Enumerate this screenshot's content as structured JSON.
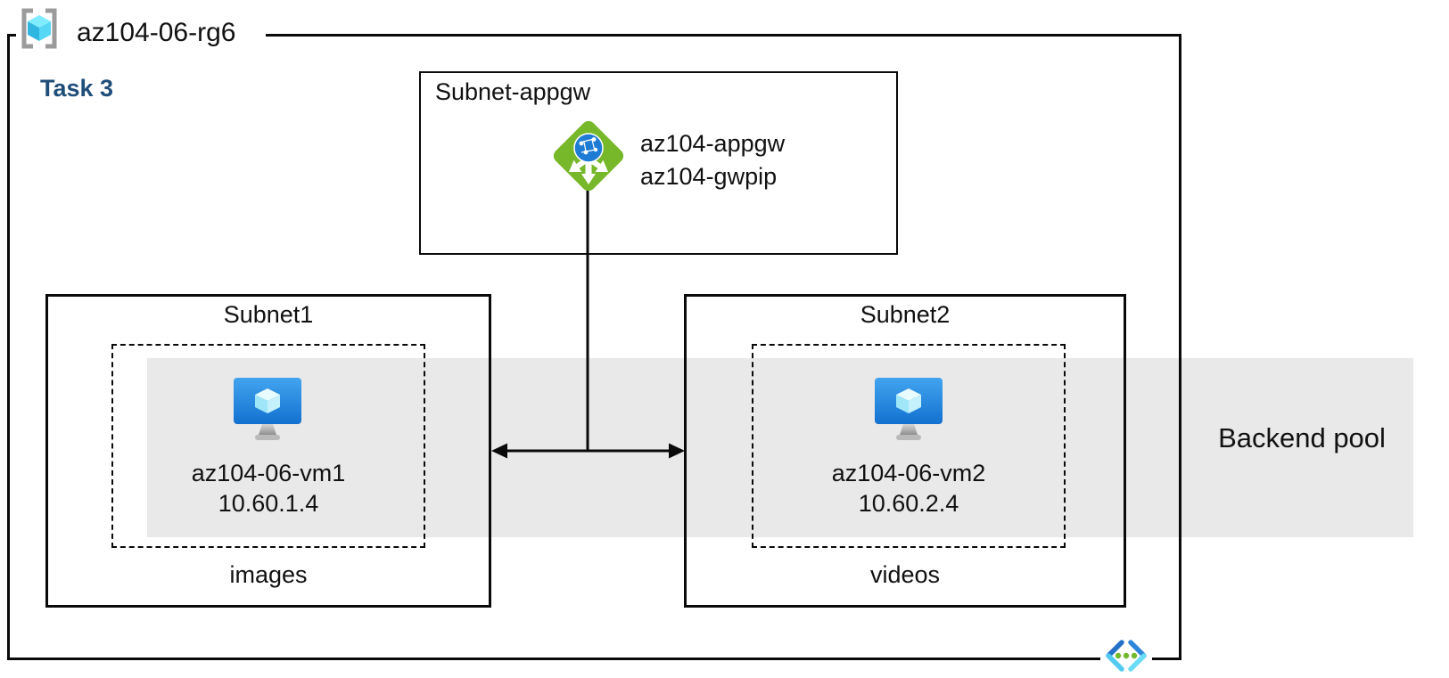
{
  "colors": {
    "task": "#1F4E79",
    "band": "#E9E9E9",
    "line": "#0a0a0a",
    "appgw_green": "#76B82A",
    "globe_blue": "#1F7CD4",
    "vnet_dot_green": "#74B92D"
  },
  "resource_group": {
    "name": "az104-06-rg6"
  },
  "task": {
    "label": "Task 3"
  },
  "appgw_subnet": {
    "label": "Subnet-appgw",
    "gateway_name": "az104-appgw",
    "gateway_pip": "az104-gwpip"
  },
  "subnets": {
    "subnet1": {
      "label": "Subnet1",
      "vm_name": "az104-06-vm1",
      "vm_ip": "10.60.1.4",
      "caption": "images"
    },
    "subnet2": {
      "label": "Subnet2",
      "vm_name": "az104-06-vm2",
      "vm_ip": "10.60.2.4",
      "caption": "videos"
    }
  },
  "backend_pool": {
    "label": "Backend pool"
  },
  "icons": {
    "resource_group": "resource-group-icon",
    "application_gateway": "application-gateway-icon",
    "virtual_machine": "vm-icon",
    "virtual_network": "virtual-network-icon"
  }
}
